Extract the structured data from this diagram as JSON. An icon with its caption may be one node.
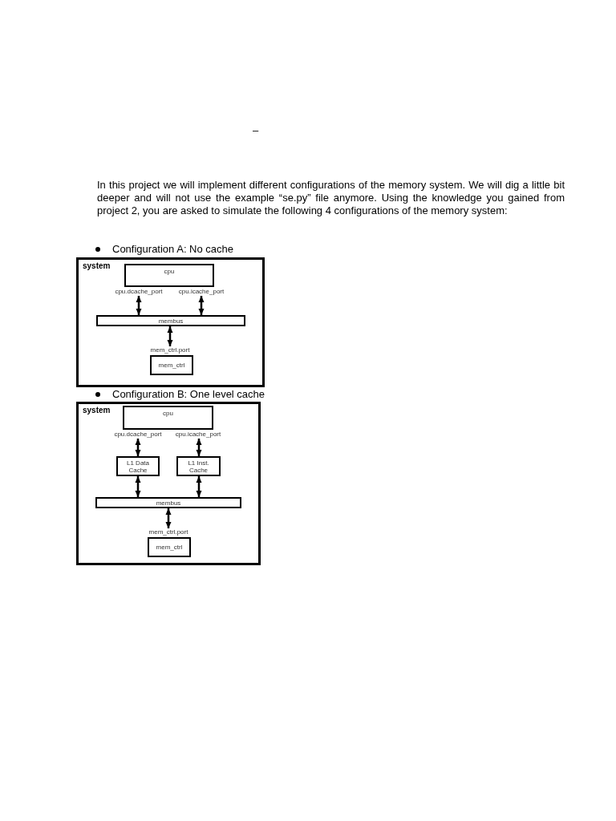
{
  "diagram": {
    "nodes": [
      {
        "text": [
          "system"
        ]
      },
      {
        "text": [
          "cpu"
        ],
        "in": 0
      },
      {
        "text": [
          "cpu.dcache_port"
        ],
        "in": 0
      },
      {
        "text": [
          "cpu.icache_port"
        ],
        "in": 0
      },
      {
        "text": [
          "membus"
        ],
        "in": 0
      },
      {
        "text": [
          "mem_ctrl.port"
        ],
        "in": 0
      },
      {
        "text": [
          "mem_ctrl"
        ],
        "in": 0
      },
      {
        "text": [
          "system"
        ]
      },
      {
        "text": [
          "cpu"
        ],
        "in": 7
      },
      {
        "text": [
          "cpu.dcache_port"
        ],
        "in": 7
      },
      {
        "text": [
          "cpu.icache_port"
        ],
        "in": 7
      },
      {
        "text": [
          "L1 Data Cache"
        ],
        "in": 7
      },
      {
        "text": [
          "L1 Inst. Cache"
        ],
        "in": 7
      },
      {
        "text": [
          "membus"
        ],
        "in": 7
      },
      {
        "text": [
          "mem_ctrl.port"
        ],
        "in": 7
      },
      {
        "text": [
          "mem_ctrl"
        ],
        "in": 7
      }
    ],
    "edges": [
      {
        "from": 2,
        "to": 4,
        "arrow": "both"
      },
      {
        "from": 3,
        "to": 4,
        "arrow": "both"
      },
      {
        "from": 4,
        "to": 5,
        "arrow": "both"
      },
      {
        "from": 9,
        "to": 11,
        "arrow": "both"
      },
      {
        "from": 10,
        "to": 12,
        "arrow": "both"
      },
      {
        "from": 11,
        "to": 13,
        "arrow": "both"
      },
      {
        "from": 12,
        "to": 13,
        "arrow": "both"
      },
      {
        "from": 13,
        "to": 14,
        "arrow": "both"
      }
    ],
    "labels": [
      "–",
      "In this project we will implement different configurations of the memory system. We will dig a little bit deeper and will not use the example “se.py” file anymore. Using the knowledge you gained from project 2, you are asked to simulate the following 4 configurations of the memory system:",
      "Configuration A: No cache",
      "Configuration B: One level cache"
    ]
  }
}
